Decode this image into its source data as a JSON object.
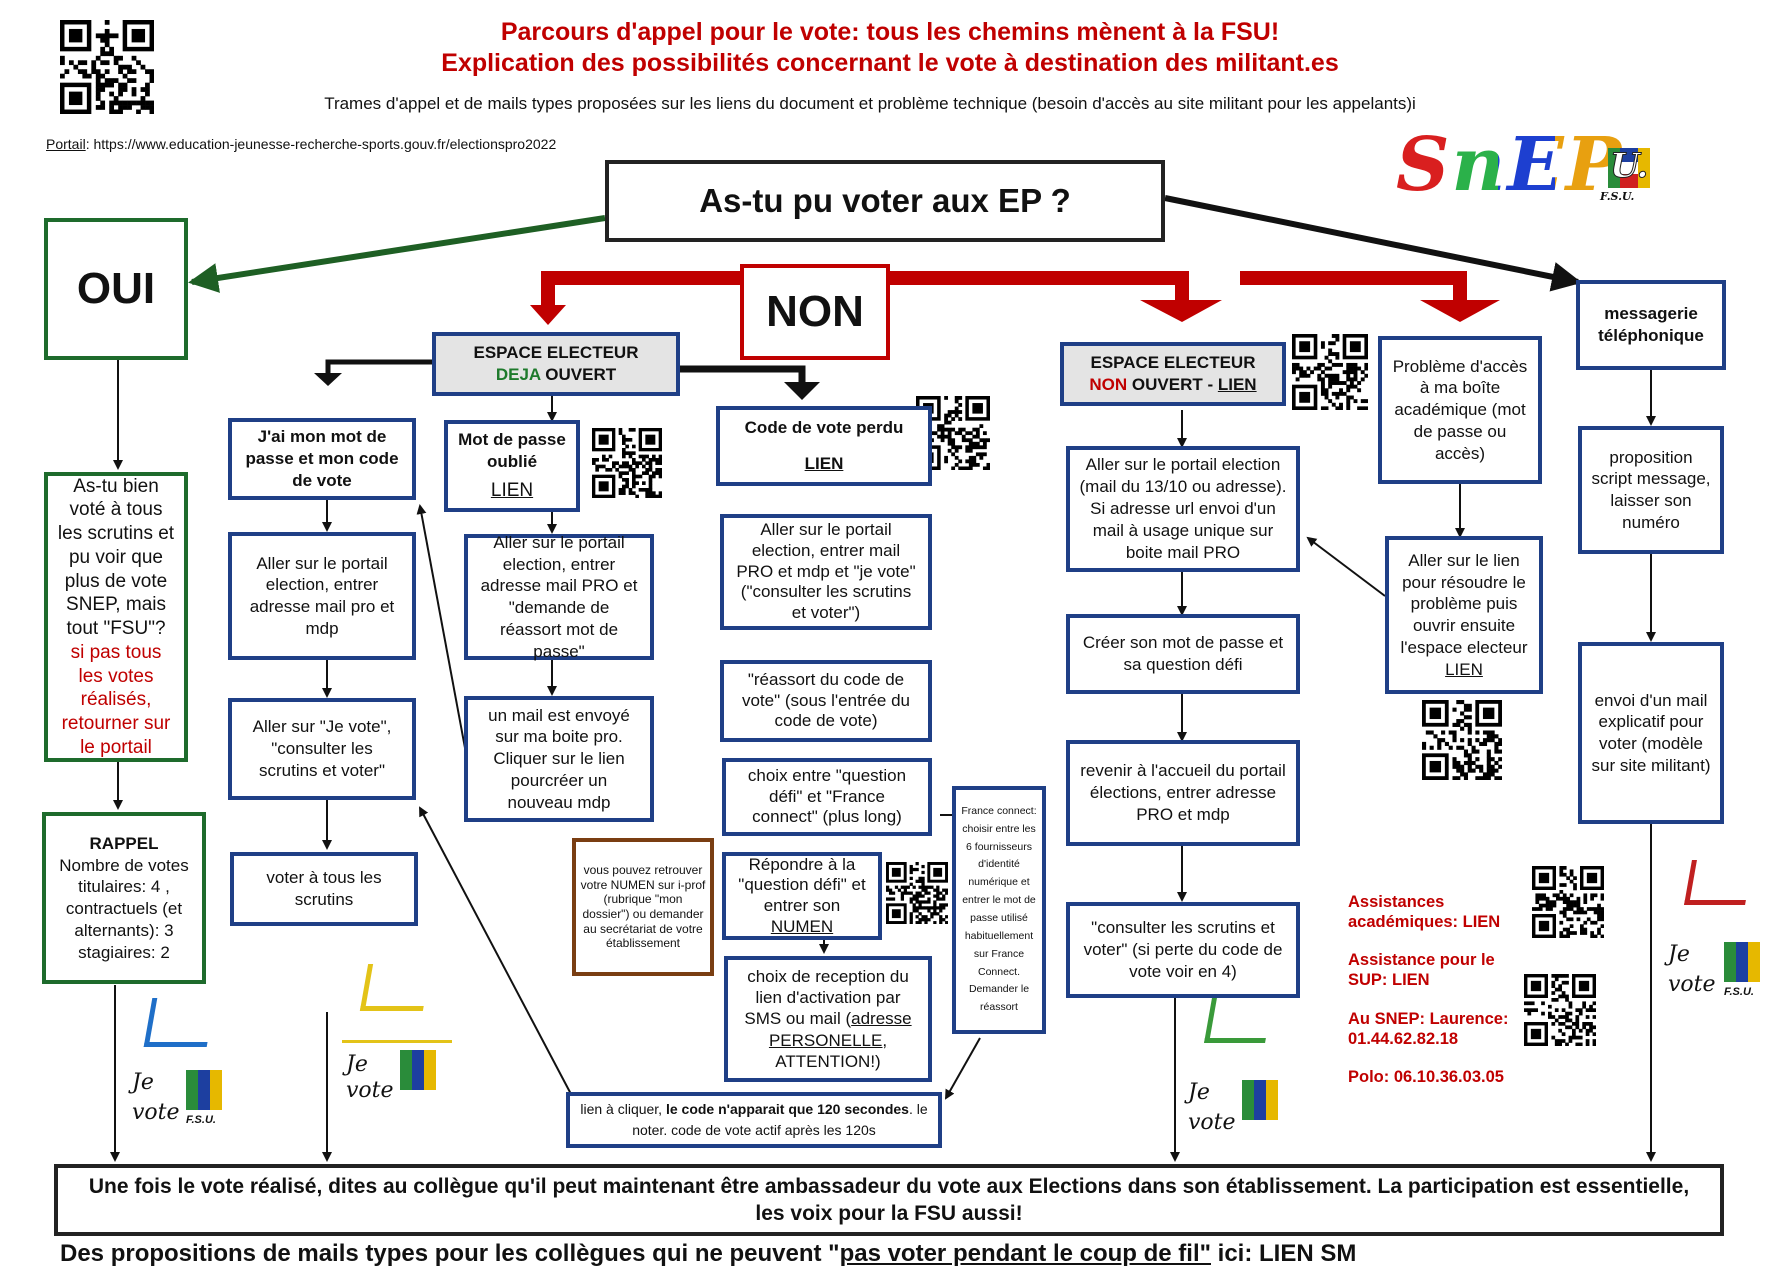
{
  "header": {
    "title_line1": "Parcours d'appel pour le vote: tous les chemins mènent à la FSU!",
    "title_line2": "Explication des possibilités concernant le vote à destination des militant.es",
    "subtitle": "Trames d'appel et de mails types proposées sur les liens du document et problème technique (besoin d'accès au site militant pour les appelants)i",
    "portal_label": "Portail",
    "portal_url": ": https://www.education-jeunesse-recherche-sports.gouv.fr/electionspro2022"
  },
  "logo": {
    "snep_text": "SnEP",
    "fsu_letter": "U.",
    "fsu_caption": "F.S.U."
  },
  "question": "As-tu pu voter aux EP ?",
  "oui": {
    "label": "OUI",
    "check_text": "As-tu bien voté à tous les scrutins  et pu voir que plus de vote SNEP, mais tout \"FSU\"?",
    "check_red": "si pas tous les votes réalisés, retourner sur le portail",
    "rappel_title": "RAPPEL",
    "rappel_text": "Nombre de votes titulaires: 4 , contractuels (et alternants): 3 stagiaires: 2"
  },
  "non": {
    "label": "NON"
  },
  "col1": {
    "box1": "J'ai mon mot de passe et mon code de vote",
    "box2": "Aller sur le portail election, entrer adresse mail pro et mdp",
    "box3": "Aller sur \"Je vote\", \"consulter les scrutins et voter\"",
    "box4": "voter à tous les scrutins"
  },
  "espace_ouvert": {
    "line1": "ESPACE ELECTEUR",
    "deja": "DEJA",
    "ouvert": " OUVERT"
  },
  "col2": {
    "box1": "Mot de passe oublié",
    "lien": "LIEN",
    "box2": "Aller sur le portail election,  entrer adresse mail PRO et \"demande de réassort mot de passe\"",
    "box3": "un mail est envoyé sur ma boite pro. Cliquer sur le lien pourcréer un nouveau mdp",
    "numen_note": "vous pouvez retrouver votre NUMEN sur i-prof (rubrique \"mon dossier\") ou demander au secrétariat de votre établissement"
  },
  "col3": {
    "box1": "Code de vote perdu",
    "lien": "LIEN",
    "box2": "Aller sur le portail election, entrer mail PRO et mdp et \"je vote\" (\"consulter les scrutins et voter\")",
    "box3": "\"réassort du code de vote\" (sous l'entrée du code de vote)",
    "box4": "choix entre \"question défi\" et \"France connect\" (plus long)",
    "box5_a": "Répondre à la \"question défi\" et entrer son ",
    "box5_numen": "NUMEN",
    "box6_a": "choix de reception du lien d'activation par SMS ou mail (",
    "box6_u": "adresse PERSONELLE,",
    "box6_b": " ATTENTION!)",
    "france_connect": "France connect: choisir entre les 6 fournisseurs d'identité numérique et entrer le mot de passe utilisé habituellement sur France Connect. Demander le réassort",
    "final_a": "lien à cliquer, ",
    "final_b": "le code n'apparait que 120 secondes",
    "final_c": ". le noter. code de vote actif après les 120s"
  },
  "espace_non_ouvert": {
    "line1": "ESPACE ELECTEUR",
    "non": "NON",
    "ouvert": " OUVERT - ",
    "lien": "LIEN"
  },
  "col4": {
    "box1": "Aller sur le portail election (mail du 13/10 ou adresse). Si adresse url envoi d'un mail à usage unique sur boite mail PRO",
    "box2": "Créer son mot de passe et sa question défi",
    "box3": "revenir à l'accueil du portail élections, entrer adresse PRO et mdp",
    "box4": "\"consulter les scrutins et voter\" (si perte du code de vote voir en 4)"
  },
  "col5": {
    "box1": "Problème d'accès à ma boîte académique (mot de passe ou accès)",
    "box2": "Aller sur le lien pour résoudre le problème puis ouvrir ensuite l'espace electeur",
    "lien": "LIEN"
  },
  "contacts": {
    "assist_acad": "Assistances académiques: LIEN",
    "assist_sup": "Assistance pour le SUP: LIEN",
    "snep": "Au SNEP: Laurence: 01.44.62.82.18",
    "polo": "Polo: 06.10.36.03.05"
  },
  "col6": {
    "box1": "messagerie téléphonique",
    "box2": "proposition script message, laisser son numéro",
    "box3": "envoi d'un mail explicatif pour voter (modèle sur site militant)"
  },
  "je_vote": {
    "je": "Je",
    "vote": "vote",
    "fsu": "F.S.U."
  },
  "footer": {
    "text": "Une fois le vote réalisé, dites au collègue qu'il peut maintenant être ambassadeur du vote aux Elections dans son établissement. La participation est essentielle, les voix pour la FSU aussi!",
    "bottom_a": "Des propositions de mails types pour les collègues qui ne peuvent \"",
    "bottom_u": "pas voter pendant le coup de fil\"",
    "bottom_b": " ici:  LIEN SM"
  },
  "colors": {
    "red": "#c00000",
    "green": "#1e6b2c",
    "blue": "#1f3f86",
    "brown": "#7a3e12"
  }
}
